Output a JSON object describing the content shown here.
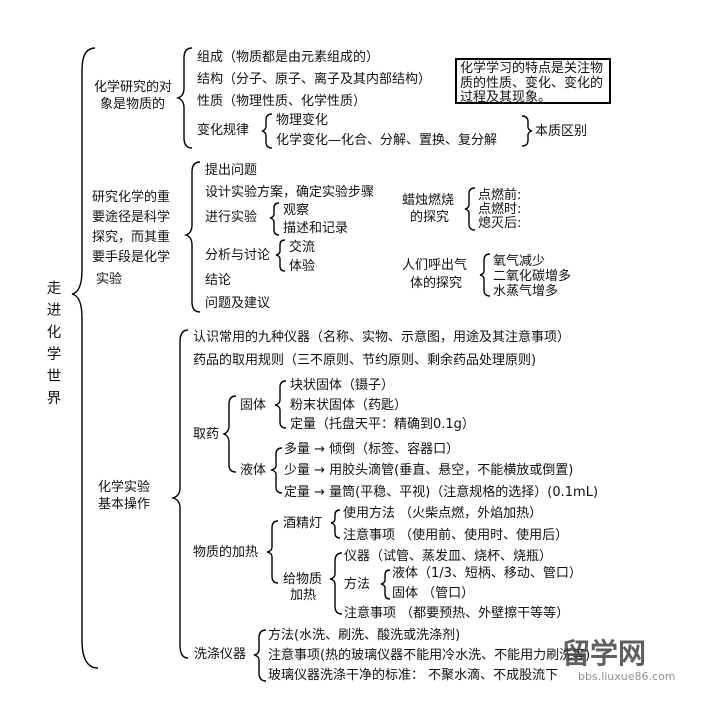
{
  "title": "走进化学世界",
  "sec1": {
    "label_line1": "化学研究的对",
    "label_line2": "象是物质的",
    "items": [
      "组成（物质都是由元素组成的）",
      "结构（分子、原子、离子及其内部结构）",
      "性质（物理性质、化学性质）",
      "变化规律"
    ],
    "change_sub": [
      "物理变化",
      "化学变化—化合、分解、置换、复分解"
    ],
    "essence": "本质区别",
    "note": "化学学习的特点是关注物质的性质、变化、变化的过程及其现象。"
  },
  "sec2": {
    "label_lines": [
      "研究化学的重",
      "要途径是科学",
      "探究，而其重",
      "要手段是化学",
      "实验"
    ],
    "steps": [
      "提出问题",
      "设计实验方案，确定实验步骤",
      "进行实验",
      "分析与讨论",
      "结论",
      "问题及建议"
    ],
    "exp_sub": [
      "观察",
      "描述和记录"
    ],
    "analysis_sub": [
      "交流",
      "体验"
    ],
    "candle_label": [
      "蜡烛燃烧",
      "的探究"
    ],
    "candle_items": [
      "点燃前:",
      "点燃时:",
      "熄灭后:"
    ],
    "breath_label": [
      "人们呼出气",
      "体的探究"
    ],
    "breath_items": [
      "氧气减少",
      "二氧化碳增多",
      "水蒸气增多"
    ]
  },
  "sec3": {
    "label_lines": [
      "化学实验",
      "基本操作"
    ],
    "line1": "认识常用的九种仪器（名称、实物、示意图，用途及其注意事项）",
    "line2": "药品的取用规则（三不原则、节约原则、剩余药品处理原则)",
    "take": "取药",
    "solid": "固体",
    "solid_items": [
      "块状固体（镊子）",
      "粉末状固体（药匙）",
      "定量（托盘天平：精确到0.1g）"
    ],
    "liquid": "液体",
    "liquid_items": [
      "多量 → 倾倒（标签、容器口）",
      "少量 → 用胶头滴管(垂直、悬空，不能横放或倒置)",
      "定量 → 量筒(平稳、平视)（注意规格的选择）(0.1mL)"
    ],
    "heating": "物质的加热",
    "lamp": "酒精灯",
    "lamp_items": [
      "使用方法 （火柴点燃，外焰加热）",
      "注意事项 （使用前、使用时、使用后）"
    ],
    "heat_sub_label": [
      "给物质",
      "加热"
    ],
    "instruments": "仪器（试管、蒸发皿、烧杯、烧瓶）",
    "method": "方法",
    "method_items": [
      "液体（1/3、短柄、移动、管口）",
      "固体 （管口）"
    ],
    "heat_note": "注意事项 （都要预热、外壁擦干等等）",
    "wash": "洗涤仪器",
    "wash_items": [
      "方法(水洗、刷洗、酸洗或洗涤剂)",
      "注意事项(热的玻璃仪器不能用冷水洗、不能用力刷洗等)",
      "玻璃仪器洗涤干净的标准： 不聚水滴、不成股流下"
    ]
  },
  "watermark": "留学网",
  "watermark_url": "bbs.liuxue86.com"
}
